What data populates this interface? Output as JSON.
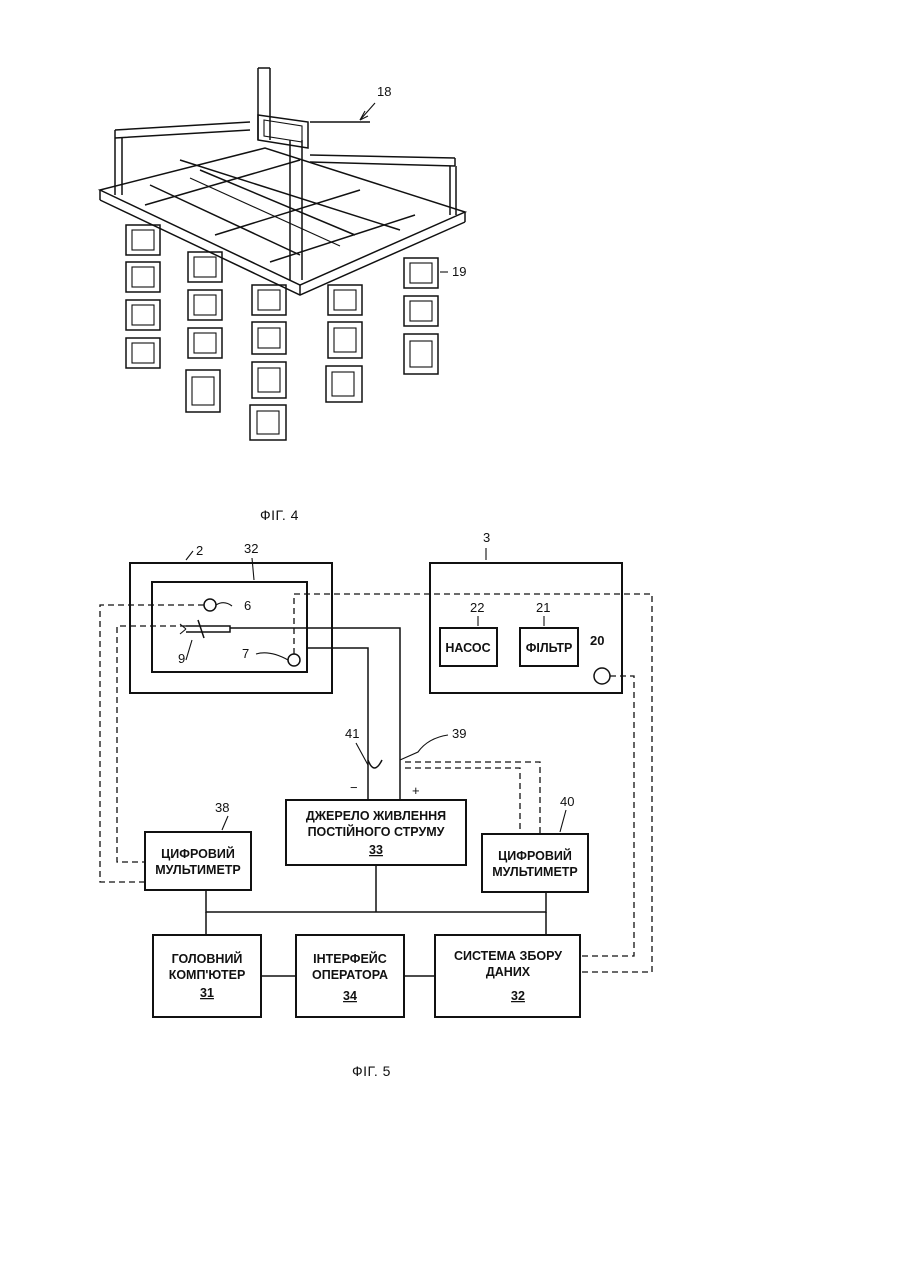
{
  "fig4": {
    "caption": "ФІГ. 4",
    "label_assembly": "18",
    "label_cells": "19"
  },
  "fig5": {
    "caption": "ФІГ. 5",
    "labels": {
      "n2": "2",
      "n32a": "32",
      "n3": "3",
      "n6": "6",
      "n7": "7",
      "n9": "9",
      "n22": "22",
      "n21": "21",
      "n20": "20",
      "n41": "41",
      "n39": "39",
      "n38": "38",
      "n40": "40",
      "minus": "−",
      "plus": "+"
    },
    "blocks": {
      "pump": "НАСОС",
      "filter": "ФІЛЬТР",
      "power_line1": "ДЖЕРЕЛО ЖИВЛЕННЯ",
      "power_line2": "ПОСТІЙНОГО СТРУМУ",
      "power_num": "33",
      "dmm_line1": "ЦИФРОВИЙ",
      "dmm_line2": "МУЛЬТИМЕТР",
      "host_line1": "ГОЛОВНИЙ",
      "host_line2": "КОМП'ЮТЕР",
      "host_num": "31",
      "ui_line1": "ІНТЕРФЕЙС",
      "ui_line2": "ОПЕРАТОРА",
      "ui_num": "34",
      "daq_line1": "СИСТЕМА ЗБОРУ",
      "daq_line2": "ДАНИХ",
      "daq_num": "32"
    }
  }
}
